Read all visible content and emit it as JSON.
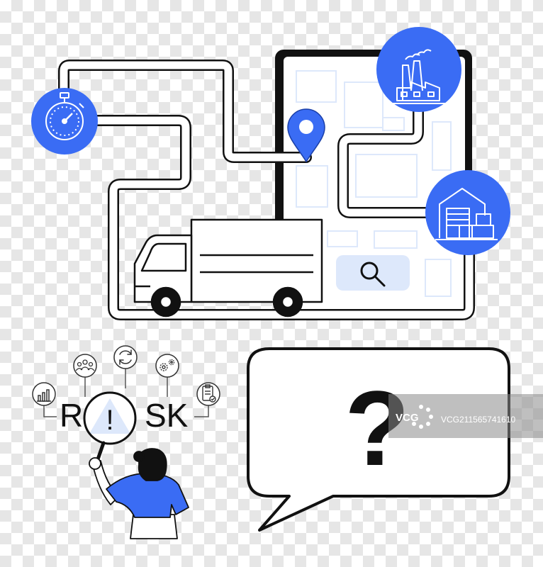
{
  "risk": {
    "letter_r": "R",
    "alert_symbol": "!",
    "letters_sk": "SK"
  },
  "speech_bubble": {
    "symbol": "?"
  },
  "watermark": {
    "logo_text": "VCG",
    "id_text": "VCG211565741610"
  },
  "icons": {
    "stopwatch": "stopwatch-icon",
    "factory": "factory-icon",
    "warehouse": "warehouse-icon",
    "map_pin": "map-pin-icon",
    "search": "search-icon",
    "truck": "delivery-truck-icon",
    "people": "people-icon",
    "refresh": "refresh-icon",
    "gears": "gears-icon",
    "bar_chart": "bar-chart-icon",
    "clipboard": "clipboard-icon"
  },
  "colors": {
    "accent_blue": "#3a6cf4",
    "light_blue": "#dde8fb",
    "outline": "#111111",
    "grey_fill": "#dcdcdc"
  }
}
